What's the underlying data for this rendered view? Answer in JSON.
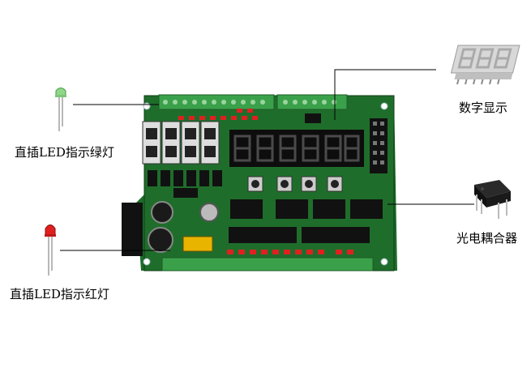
{
  "callouts": {
    "green_led": "直插LED指示绿灯",
    "red_led": "直插LED指示红灯",
    "seven_segment": "数字显示",
    "optocoupler": "光电耦合器"
  },
  "component_icons": [
    "green-led-icon",
    "red-led-icon",
    "seven-segment-display-icon",
    "optocoupler-icon"
  ],
  "colors": {
    "pcb_green": "#1e6b2a",
    "pcb_dark": "#134d1c",
    "terminal_green": "#3aa14a",
    "display_black": "#0d0d0d",
    "segment_gray": "#3a3a3a",
    "led_red": "#e02020",
    "led_green": "#8fd88a",
    "leader_line": "#000000"
  }
}
